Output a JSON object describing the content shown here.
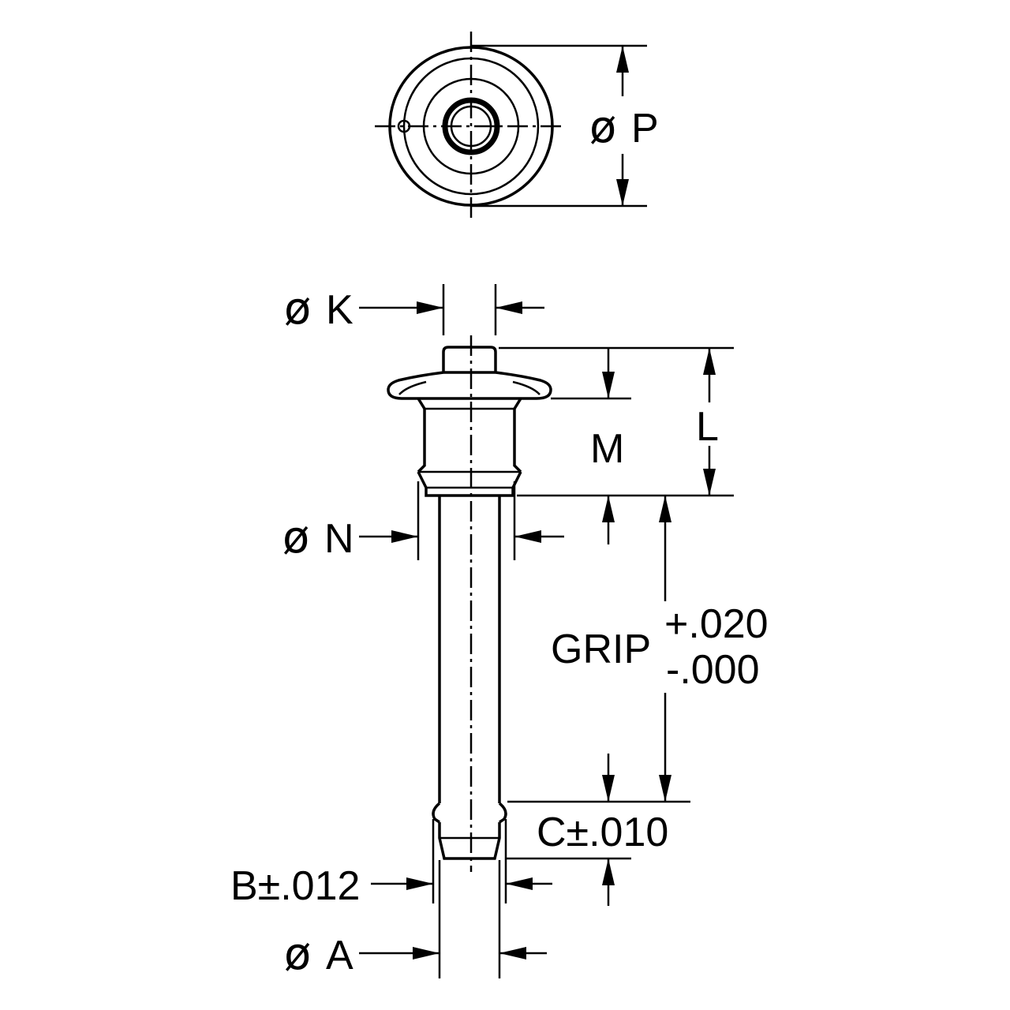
{
  "labels": {
    "p": "P",
    "k": "K",
    "n": "N",
    "m": "M",
    "l": "L",
    "grip": "GRIP",
    "grip_plus": "+.020",
    "grip_minus": "-.000",
    "c": "C±.010",
    "b": "B±.012",
    "a": "A"
  },
  "diameter_symbol": "ø"
}
